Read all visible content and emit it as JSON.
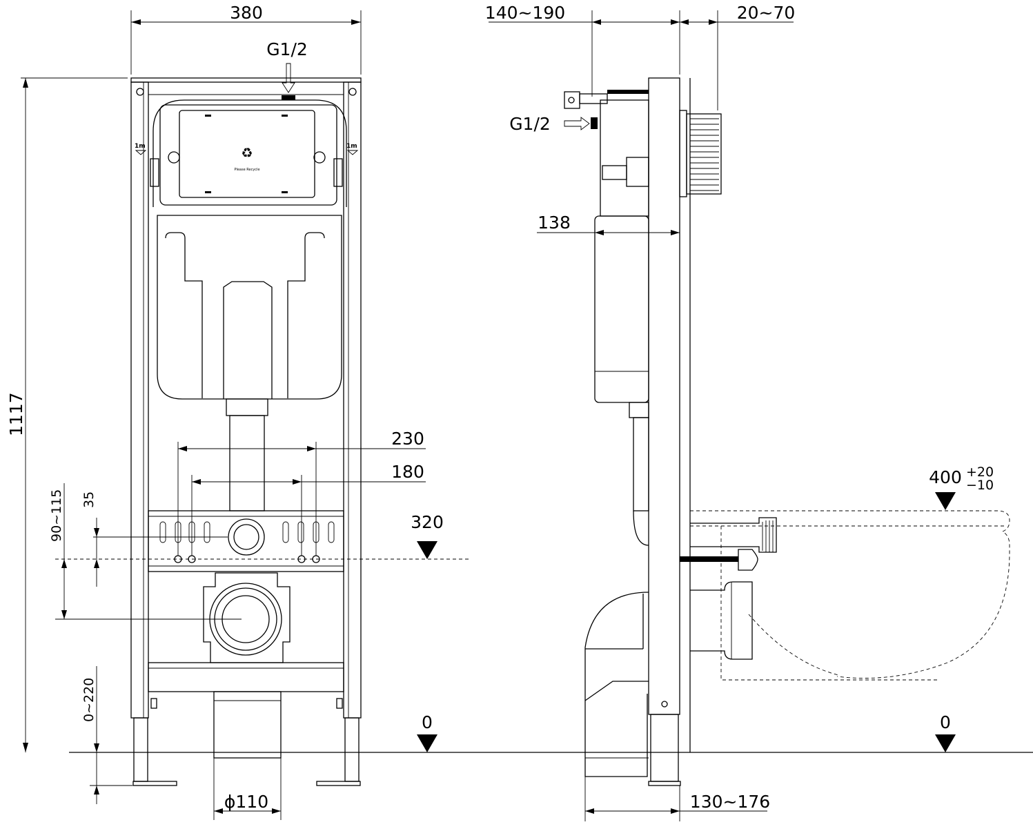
{
  "front_view": {
    "width_label": "380",
    "inlet_label": "G1/2",
    "height_label": "1117",
    "spacing_outer_label": "230",
    "spacing_inner_label": "180",
    "outlet_height_label": "320",
    "bolt_offset_label": "35",
    "drain_offset_label": "90~115",
    "leg_adjust_label": "0~220",
    "drain_diameter_label": "ϕ110",
    "floor_label": "0",
    "level_mark_label": "1m",
    "recycle_label": "Please Recycle"
  },
  "side_view": {
    "depth_label": "140~190",
    "plate_offset_label": "20~70",
    "inlet_label": "G1/2",
    "tank_depth_label": "138",
    "pan_height_main": "400",
    "pan_height_plus": "+20",
    "pan_height_minus": "−10",
    "drain_depth_label": "130~176",
    "floor_label": "0"
  }
}
